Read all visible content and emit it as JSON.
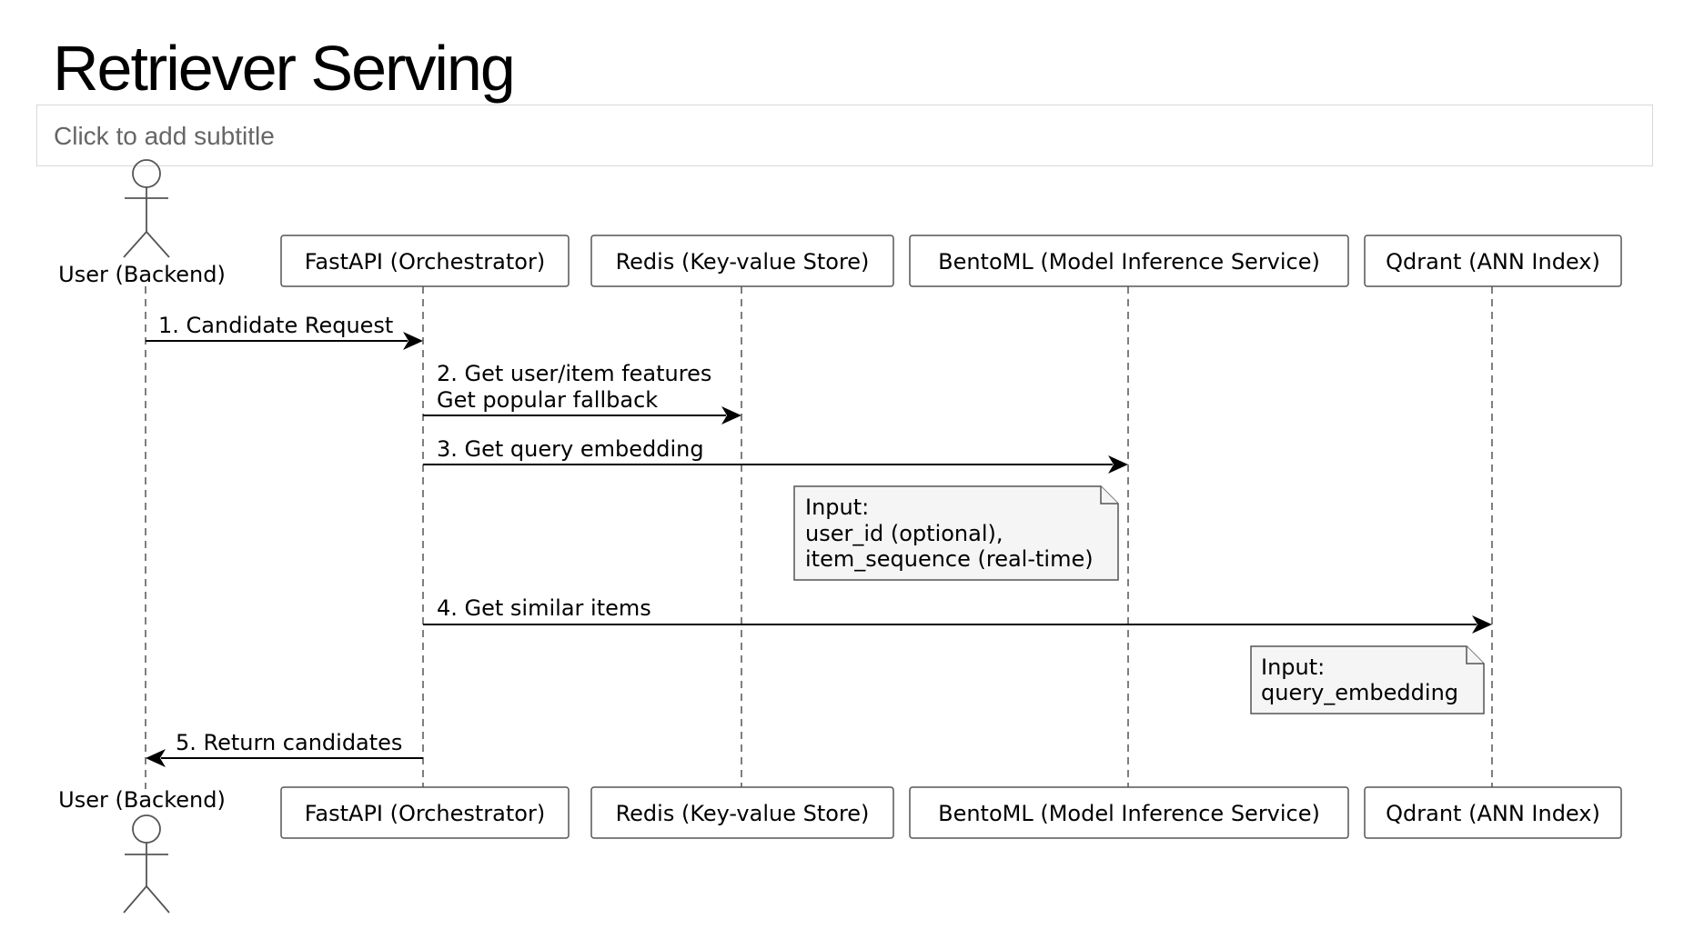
{
  "title": "Retriever Serving",
  "subtitle_placeholder": "Click to add subtitle",
  "participants": {
    "user": "User (Backend)",
    "fastapi": "FastAPI (Orchestrator)",
    "redis": "Redis (Key-value Store)",
    "bentoml": "BentoML (Model Inference Service)",
    "qdrant": "Qdrant (ANN Index)"
  },
  "messages": [
    {
      "from": "user",
      "to": "fastapi",
      "lines": [
        "1. Candidate Request"
      ]
    },
    {
      "from": "fastapi",
      "to": "redis",
      "lines": [
        "2. Get user/item features",
        "Get popular fallback"
      ]
    },
    {
      "from": "fastapi",
      "to": "bentoml",
      "lines": [
        "3. Get query embedding"
      ]
    },
    {
      "from": "fastapi",
      "to": "qdrant",
      "lines": [
        "4. Get similar items"
      ]
    },
    {
      "from": "fastapi",
      "to": "user",
      "lines": [
        "5. Return candidates"
      ]
    }
  ],
  "notes": [
    {
      "over": "bentoml",
      "lines": [
        "Input:",
        "user_id (optional),",
        "item_sequence (real-time)"
      ]
    },
    {
      "over": "qdrant",
      "lines": [
        "Input:",
        "query_embedding"
      ]
    }
  ]
}
